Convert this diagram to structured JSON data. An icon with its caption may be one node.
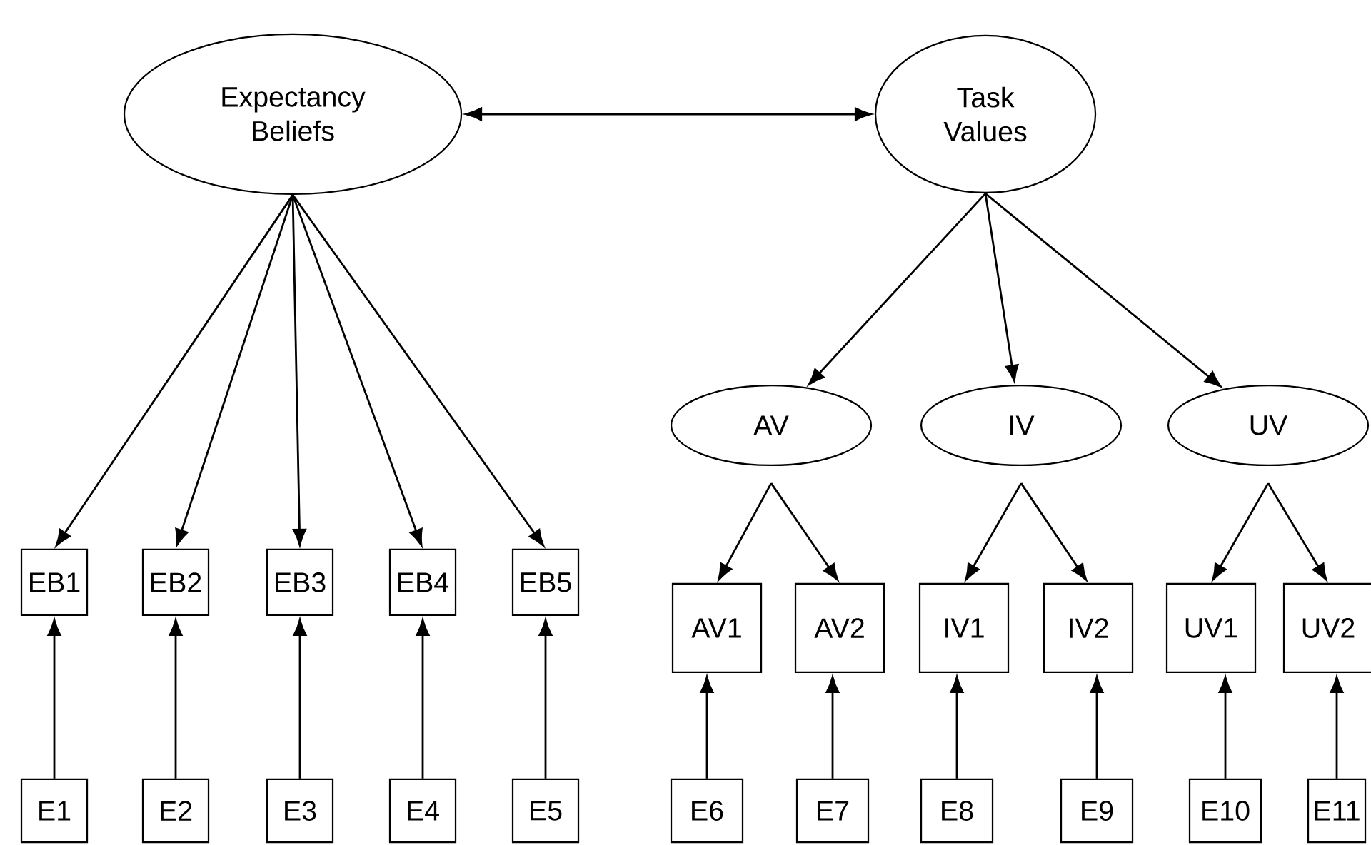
{
  "diagram": {
    "nodes": [
      {
        "text": [
          "Expectancy Beliefs"
        ]
      },
      {
        "text": [
          "Task Values"
        ]
      },
      {
        "text": [
          "AV"
        ]
      },
      {
        "text": [
          "IV"
        ]
      },
      {
        "text": [
          "UV"
        ]
      },
      {
        "text": [
          "EB1"
        ]
      },
      {
        "text": [
          "EB2"
        ]
      },
      {
        "text": [
          "EB3"
        ]
      },
      {
        "text": [
          "EB4"
        ]
      },
      {
        "text": [
          "EB5"
        ]
      },
      {
        "text": [
          "AV1"
        ]
      },
      {
        "text": [
          "AV2"
        ]
      },
      {
        "text": [
          "IV1"
        ]
      },
      {
        "text": [
          "IV2"
        ]
      },
      {
        "text": [
          "UV1"
        ]
      },
      {
        "text": [
          "UV2"
        ]
      },
      {
        "text": [
          "E1"
        ]
      },
      {
        "text": [
          "E2"
        ]
      },
      {
        "text": [
          "E3"
        ]
      },
      {
        "text": [
          "E4"
        ]
      },
      {
        "text": [
          "E5"
        ]
      },
      {
        "text": [
          "E6"
        ]
      },
      {
        "text": [
          "E7"
        ]
      },
      {
        "text": [
          "E8"
        ]
      },
      {
        "text": [
          "E9"
        ]
      },
      {
        "text": [
          "E10"
        ]
      },
      {
        "text": [
          "E11"
        ]
      }
    ],
    "edges": [
      {
        "from": 0,
        "to": 1,
        "arrow": "both"
      },
      {
        "from": 1,
        "to": 2,
        "arrow": "to"
      },
      {
        "from": 1,
        "to": 3,
        "arrow": "to"
      },
      {
        "from": 1,
        "to": 4,
        "arrow": "to"
      },
      {
        "from": 0,
        "to": 5,
        "arrow": "to"
      },
      {
        "from": 0,
        "to": 6,
        "arrow": "to"
      },
      {
        "from": 0,
        "to": 7,
        "arrow": "to"
      },
      {
        "from": 0,
        "to": 8,
        "arrow": "to"
      },
      {
        "from": 0,
        "to": 9,
        "arrow": "to"
      },
      {
        "from": 2,
        "to": 10,
        "arrow": "to"
      },
      {
        "from": 2,
        "to": 11,
        "arrow": "to"
      },
      {
        "from": 3,
        "to": 12,
        "arrow": "to"
      },
      {
        "from": 3,
        "to": 13,
        "arrow": "to"
      },
      {
        "from": 4,
        "to": 14,
        "arrow": "to"
      },
      {
        "from": 4,
        "to": 15,
        "arrow": "to"
      },
      {
        "from": 16,
        "to": 5,
        "arrow": "to"
      },
      {
        "from": 17,
        "to": 6,
        "arrow": "to"
      },
      {
        "from": 18,
        "to": 7,
        "arrow": "to"
      },
      {
        "from": 19,
        "to": 8,
        "arrow": "to"
      },
      {
        "from": 20,
        "to": 9,
        "arrow": "to"
      },
      {
        "from": 21,
        "to": 10,
        "arrow": "to"
      },
      {
        "from": 22,
        "to": 11,
        "arrow": "to"
      },
      {
        "from": 23,
        "to": 12,
        "arrow": "to"
      },
      {
        "from": 24,
        "to": 13,
        "arrow": "to"
      },
      {
        "from": 25,
        "to": 14,
        "arrow": "to"
      },
      {
        "from": 26,
        "to": 15,
        "arrow": "to"
      }
    ]
  }
}
